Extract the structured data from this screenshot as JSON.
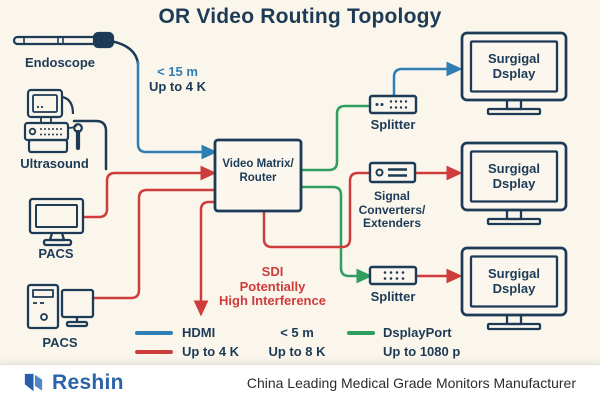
{
  "title": "OR Video Routing Topology",
  "sources": {
    "endoscope": "Endoscope",
    "ultrasound": "Ultrasound",
    "pacs_monitor": "PACS",
    "pacs_workstation": "PACS"
  },
  "matrix_label": "Video Matrix/ Router",
  "outputs": {
    "splitter_top": "Splitter",
    "converter": "Signal Converters/ Extenders",
    "splitter_bottom": "Splitter",
    "displays": [
      "Surgigal Dsplay",
      "Surgigal Dsplay",
      "Surgigal Dsplay"
    ]
  },
  "annotations": {
    "cable_length_line1": "< 15 m",
    "cable_length_line2": "Up to 4 K",
    "sdi_line1": "SDI",
    "sdi_line2": "Potentially",
    "sdi_line3": "High Interference"
  },
  "legend": {
    "hdmi_label": "HDMI",
    "hdmi_sub": "Up to 4 K",
    "mid_label": "< 5 m",
    "mid_sub": "Up to 8 K",
    "dp_label": "DsplayPort",
    "dp_sub": "Up to 1080 p"
  },
  "footer": {
    "brand": "Reshin",
    "tagline": "China Leading Medical Grade Monitors Manufacturer"
  },
  "colors": {
    "hdmi_blue": "#2f7fb5",
    "sdi_red": "#cf3c3c",
    "displayport_green": "#2f9e5e",
    "outline_navy": "#1d3a56",
    "background": "#faf6ec",
    "footer_background": "#ffffff",
    "logo_blue": "#2b63a8"
  }
}
